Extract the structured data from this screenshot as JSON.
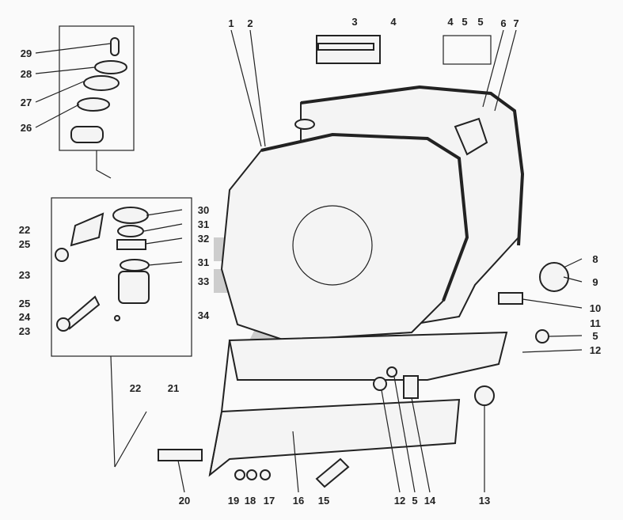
{
  "diagram": {
    "labels": {
      "top": [
        "1",
        "2",
        "3",
        "4",
        "4",
        "5",
        "5",
        "6",
        "7"
      ],
      "inset_top": [
        "29",
        "28",
        "27",
        "26"
      ],
      "inset_mid_left": [
        "22",
        "25",
        "23",
        "25",
        "24",
        "23",
        "22",
        "21"
      ],
      "inset_mid_right": [
        "30",
        "31",
        "32",
        "31",
        "33",
        "34"
      ],
      "right": [
        "8",
        "9",
        "10",
        "11",
        "5",
        "12"
      ],
      "bottom": [
        "20",
        "19",
        "18",
        "17",
        "16",
        "15",
        "12",
        "5",
        "14",
        "13"
      ]
    }
  }
}
